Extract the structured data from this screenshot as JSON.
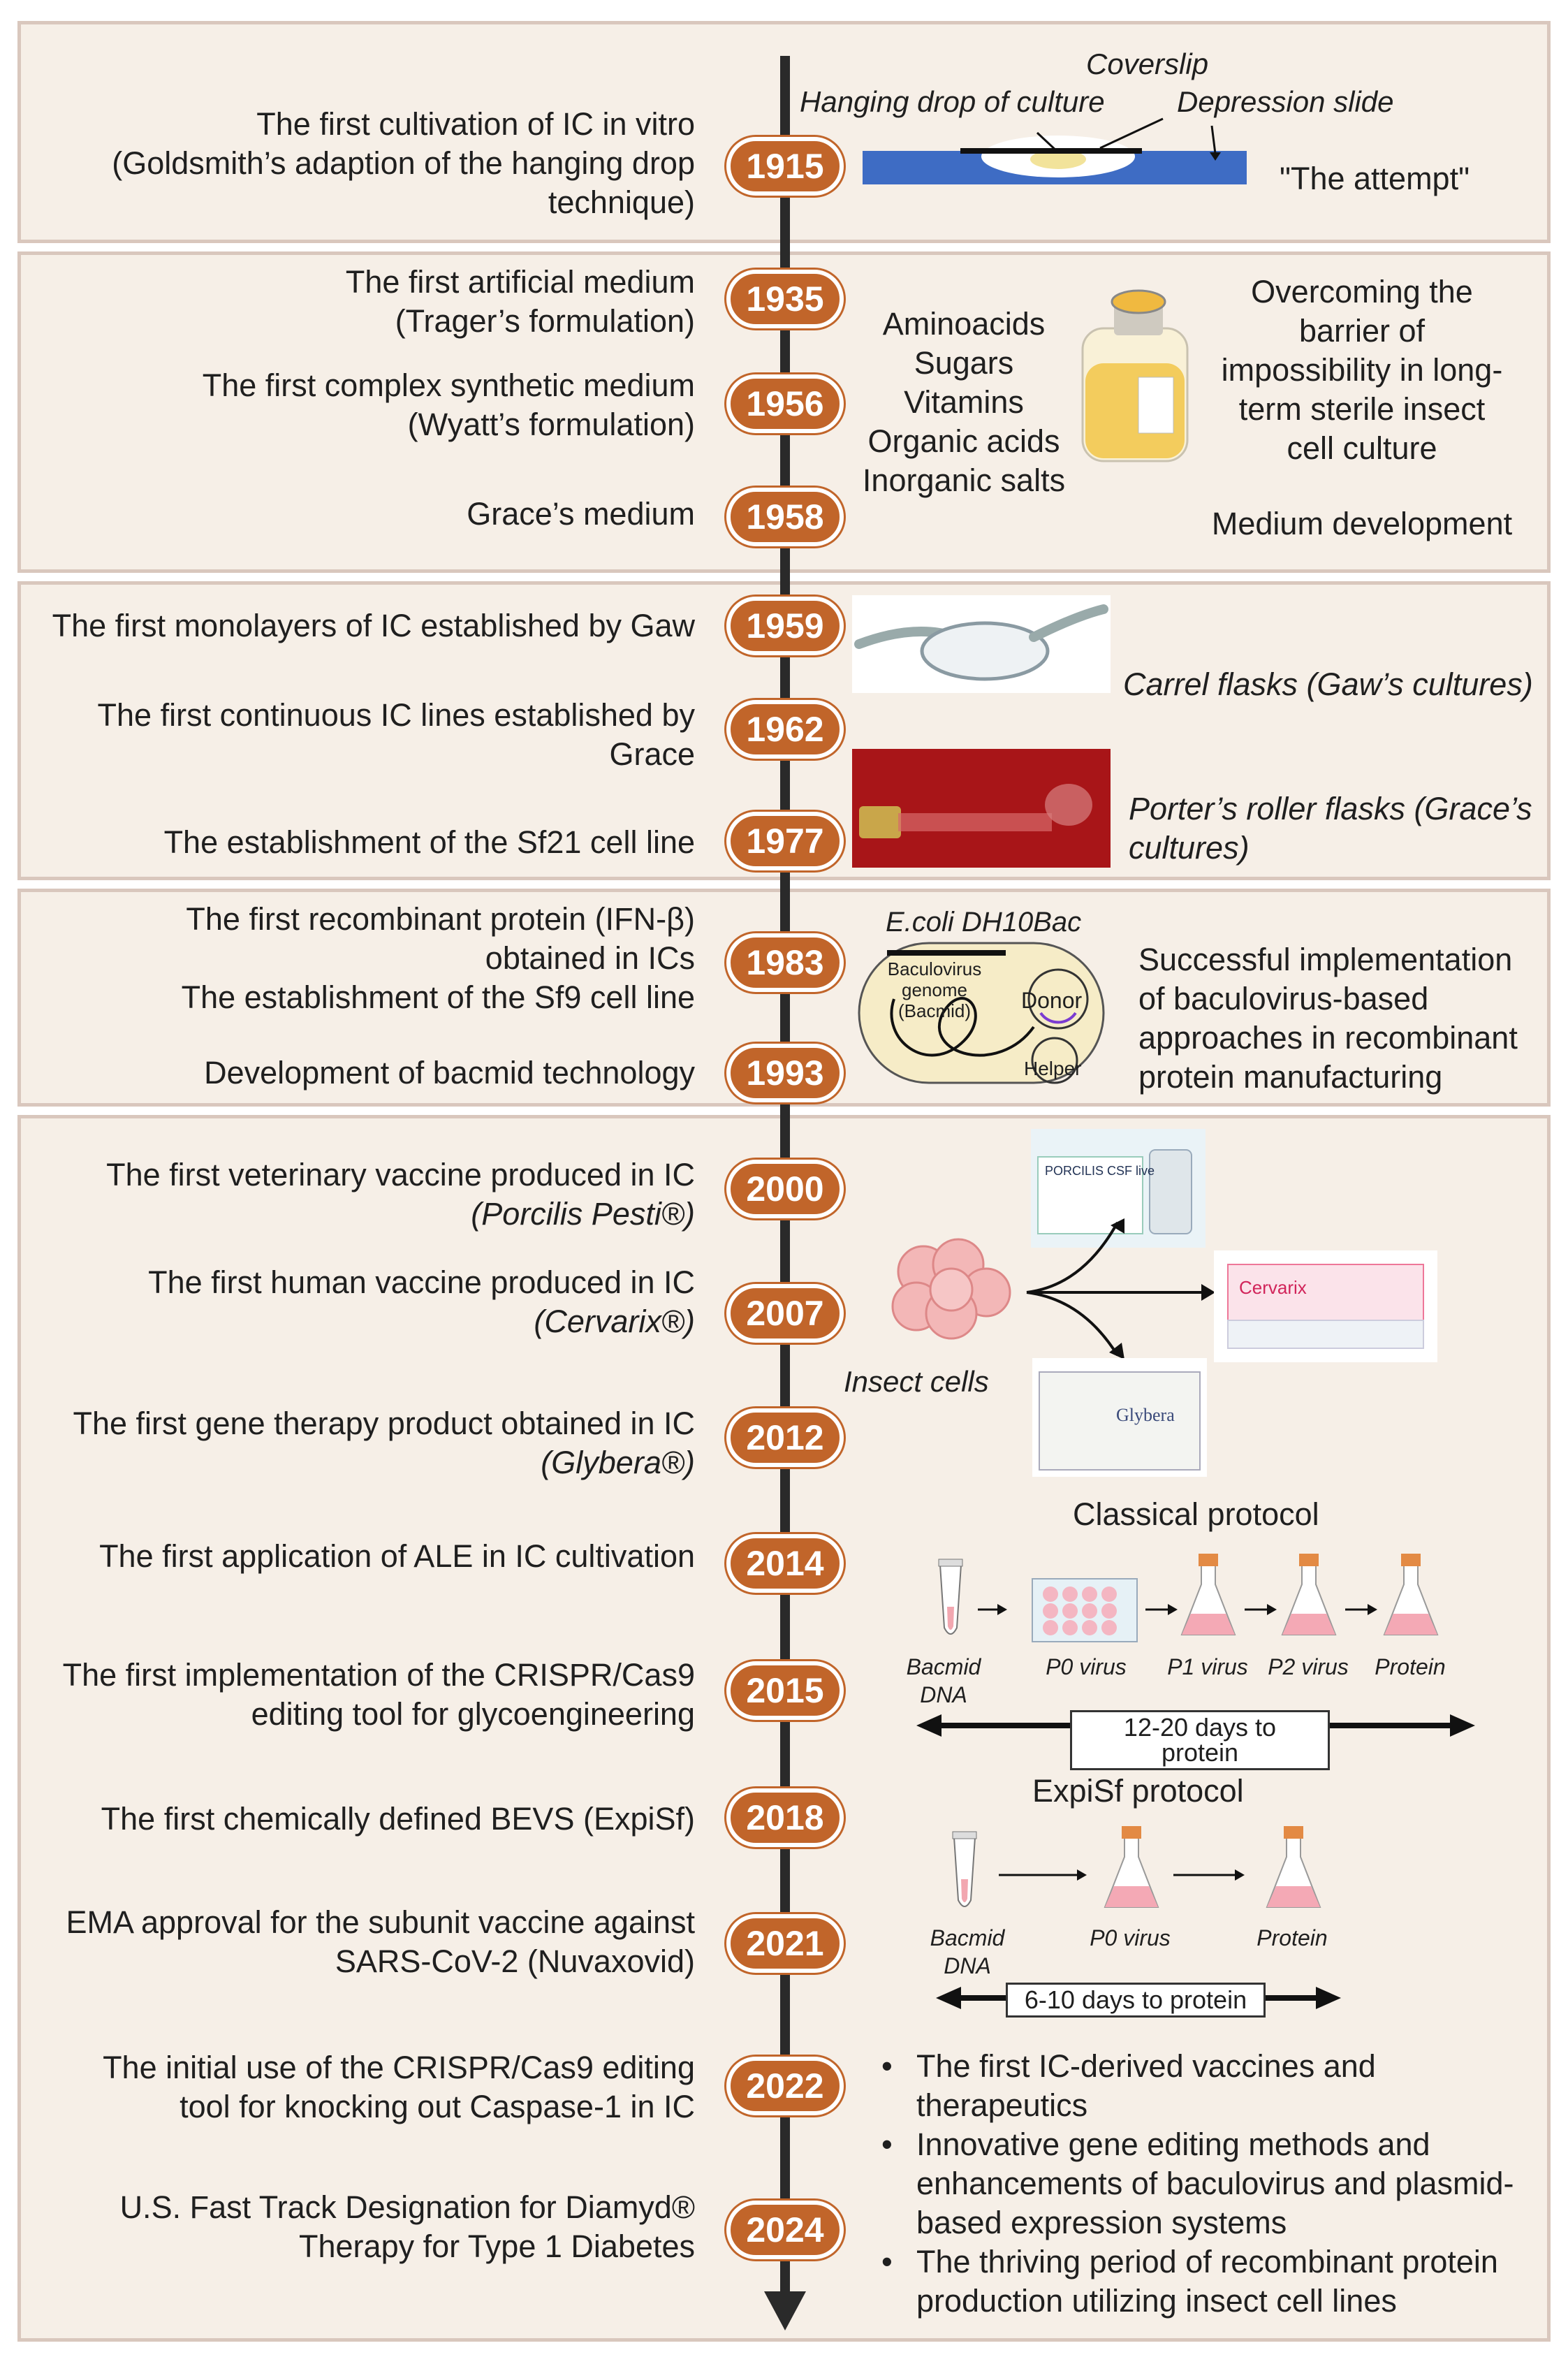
{
  "timeline": [
    {
      "year": "1915",
      "lines": [
        "The first cultivation of IC in vitro",
        "(Goldsmith’s adaption of the hanging drop",
        "technique)"
      ]
    },
    {
      "year": "1935",
      "lines": [
        "The first artificial medium",
        "(Trager’s formulation)"
      ]
    },
    {
      "year": "1956",
      "lines": [
        "The first complex synthetic medium",
        "(Wyatt’s formulation)"
      ]
    },
    {
      "year": "1958",
      "lines": [
        "Grace’s medium"
      ]
    },
    {
      "year": "1959",
      "lines": [
        "The first monolayers of IC established by Gaw"
      ]
    },
    {
      "year": "1962",
      "lines": [
        "The first continuous IC lines established by",
        "Grace"
      ]
    },
    {
      "year": "1977",
      "lines": [
        "The establishment of the Sf21 cell line"
      ]
    },
    {
      "year": "1983",
      "lines": [
        "The first recombinant protein (IFN-β)",
        "obtained in ICs",
        "The establishment of the Sf9 cell line"
      ]
    },
    {
      "year": "1993",
      "lines": [
        "Development of bacmid technology"
      ]
    },
    {
      "year": "2000",
      "lines": [
        "The first veterinary vaccine produced in IC",
        "(Porcilis Pesti®)"
      ]
    },
    {
      "year": "2007",
      "lines": [
        "The first human vaccine produced in IC",
        "(Cervarix®)"
      ]
    },
    {
      "year": "2012",
      "lines": [
        "The first gene therapy product obtained in IC",
        "(Glybera®)"
      ]
    },
    {
      "year": "2014",
      "lines": [
        "The first application of ALE in IC cultivation"
      ]
    },
    {
      "year": "2015",
      "lines": [
        "The first implementation of the CRISPR/Cas9",
        "editing tool for glycoengineering"
      ]
    },
    {
      "year": "2018",
      "lines": [
        "The first chemically defined BEVS (ExpiSf)"
      ]
    },
    {
      "year": "2021",
      "lines": [
        "EMA approval for the subunit vaccine against",
        "SARS-CoV-2 (Nuvaxovid)"
      ]
    },
    {
      "year": "2022",
      "lines": [
        "The initial use of the CRISPR/Cas9 editing",
        "tool for knocking out Caspase-1 in IC"
      ]
    },
    {
      "year": "2024",
      "lines": [
        "U.S. Fast Track Designation for Diamyd®",
        "Therapy for Type 1 Diabetes"
      ]
    }
  ],
  "section1": {
    "coverslip": "Coverslip",
    "hanging_drop": "Hanging drop of culture",
    "depression_slide": "Depression slide",
    "attempt": "\"The attempt\""
  },
  "section2": {
    "components": [
      "Aminoacids",
      "Sugars",
      "Vitamins",
      "Organic acids",
      "Inorganic salts"
    ],
    "overcoming": [
      "Overcoming the",
      "barrier of",
      "impossibility in long-",
      "term sterile insect",
      "cell culture"
    ],
    "medium_dev": "Medium development"
  },
  "section3": {
    "carrel": "Carrel flasks (Gaw’s cultures)",
    "porter": [
      "Porter’s roller flasks (Grace’s",
      "cultures)"
    ]
  },
  "section4": {
    "ecoli": "E.coli DH10Bac",
    "baculovirus": [
      "Baculovirus",
      "genome (Bacmid)"
    ],
    "donor": "Donor",
    "helper": "Helper",
    "success": [
      "Successful implementation",
      "of baculovirus-based",
      "approaches in recombinant",
      "protein manufacturing"
    ]
  },
  "section5": {
    "insect_cells": "Insect cells",
    "porcilis": "PORCILIS CSF live",
    "cervarix": "Cervarix",
    "glybera": "Glybera",
    "classical": "Classical protocol",
    "classical_steps": [
      "Bacmid DNA",
      "P0 virus",
      "P1 virus",
      "P2 virus",
      "Protein"
    ],
    "classical_days": "12-20 days to protein",
    "expisf": "ExpiSf protocol",
    "expisf_steps": [
      "Bacmid DNA",
      "P0 virus",
      "Protein"
    ],
    "expisf_days": "6-10 days to protein",
    "bullets": [
      [
        "The first IC-derived vaccines and",
        "therapeutics"
      ],
      [
        "Innovative gene editing methods and",
        "enhancements of baculovirus and plasmid-",
        "based expression systems"
      ],
      [
        "The thriving period of recombinant protein",
        "production utilizing insect cell lines"
      ]
    ]
  }
}
